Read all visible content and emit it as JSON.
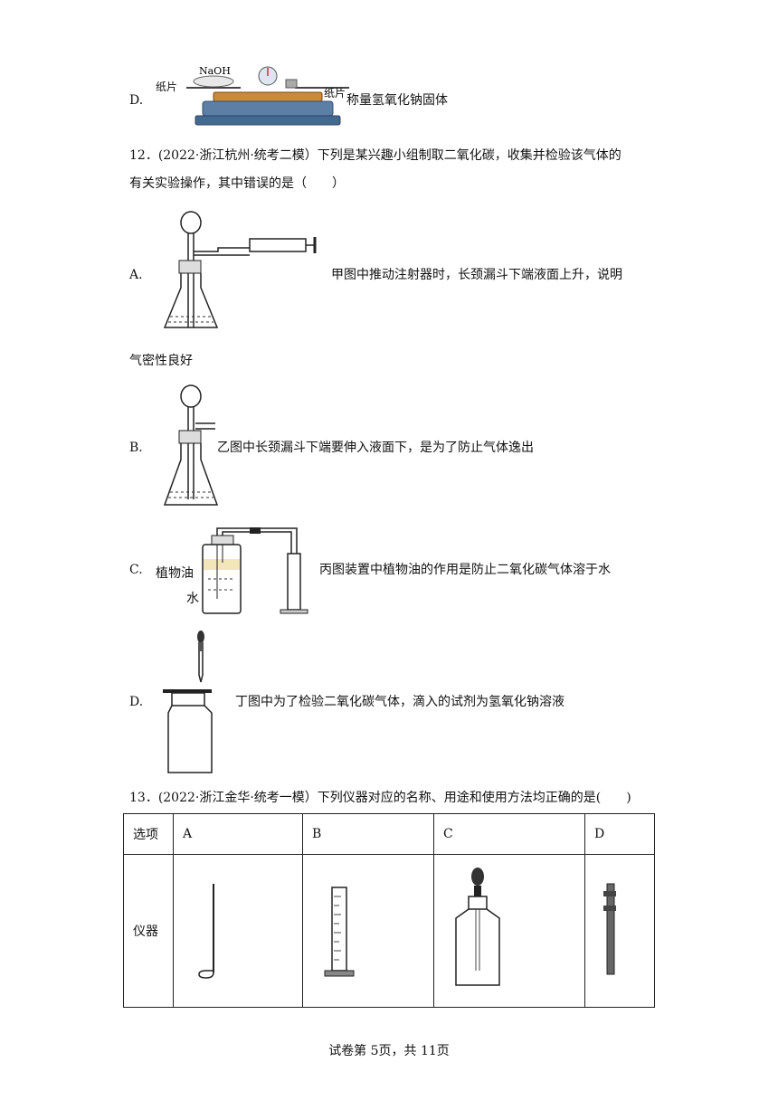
{
  "q11": {
    "option_d_letter": "D.",
    "option_d_text": "称量氢氧化钠固体",
    "scale_label_naoh": "NaOH",
    "scale_label_paper_left": "纸片",
    "scale_label_paper_right": "纸片"
  },
  "q12": {
    "stem_line1": "12．(2022·浙江杭州·统考二模）下列是某兴趣小组制取二氧化碳，收集并检验该气体的",
    "stem_line2": "有关实验操作，其中错误的是（　　）",
    "options": [
      {
        "letter": "A.",
        "text_line1": "甲图中推动注射器时，长颈漏斗下端液面上升，说明",
        "text_line2": "气密性良好"
      },
      {
        "letter": "B.",
        "text_line1": "乙图中长颈漏斗下端要伸入液面下，是为了防止气体逸出"
      },
      {
        "letter": "C.",
        "text_line1": "丙图装置中植物油的作用是防止二氧化碳气体溶于水",
        "label_oil": "植物油",
        "label_water": "水"
      },
      {
        "letter": "D.",
        "text_line1": "丁图中为了检验二氧化碳气体，滴入的试剂为氢氧化钠溶液"
      }
    ]
  },
  "q13": {
    "stem": "13．(2022·浙江金华·统考一模）下列仪器对应的名称、用途和使用方法均正确的是(　　)",
    "header": [
      "选项",
      "A",
      "B",
      "C",
      "D"
    ],
    "row_label": "仪器"
  },
  "footer": "试卷第 5页，共 11页",
  "colors": {
    "oil_layer": "#f3e6b8",
    "scale_base": "#5d7fa6",
    "scale_beam": "#c98a3a"
  }
}
